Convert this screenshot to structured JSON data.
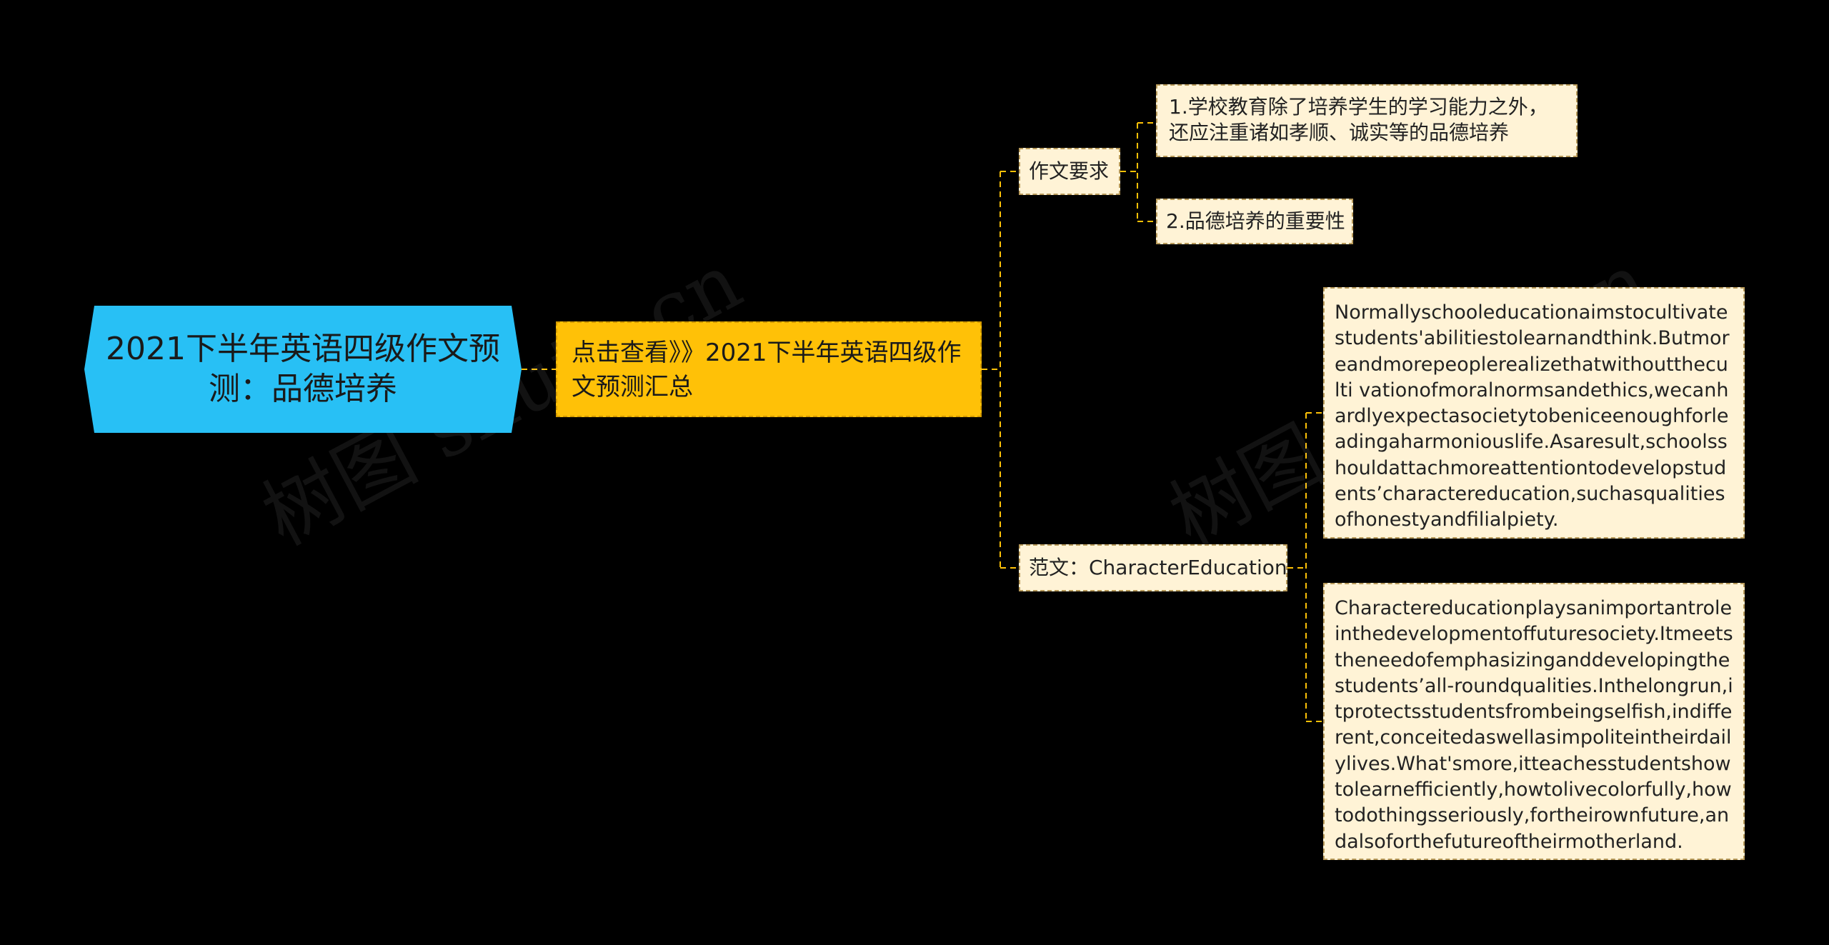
{
  "root": {
    "label": "2021下半年英语四级作文预测：品德培养"
  },
  "link_node": {
    "label": "点击查看》》2021下半年英语四级作文预测汇总"
  },
  "branches": {
    "requirements": {
      "label": "作文要求",
      "items": [
        "1.学校教育除了培养学生的学习能力之外，还应注重诸如孝顺、诚实等的品德培养",
        "2.品德培养的重要性"
      ]
    },
    "sample": {
      "label": "范文：CharacterEducation",
      "paragraphs": [
        "Normallyschooleducationaimstocultivatestudents'abilitiestolearnandthink.Butmoreandmorepeoplerealizethatwithouttheculti vationofmoralnormsandethics,wecanhardlyexpectasocietytobeniceenoughforleadingaharmoniouslife.Asaresult,schoolsshouldattachmoreattentiontodevelopstudents’charactereducation,suchasqualitiesofhonestyandfilialpiety.",
        "Charactereducationplaysanimportantroleinthedevelopmentoffuturesociety.Itmeetstheneedofemphasizinganddevelopingthestudents’all-roundqualities.Inthelongrun,itprotectsstudentsfrombeingselfish,indifferent,conceitedaswellasimpoliteintheirdailylives.What'smore,itteachesstudentshowtolearnefficiently,howtolivecolorfully,howtodothingsseriously,fortheirownfuture,andalsoforthefutureoftheirmotherland."
      ]
    }
  },
  "watermarks": [
    "树图 shutu.cn",
    "树图 shutu.cn"
  ],
  "colors": {
    "background": "#000000",
    "root_fill": "#28C0F5",
    "link_fill": "#FFC107",
    "leaf_fill": "#FFF3D6",
    "connector": "#FFC107"
  }
}
